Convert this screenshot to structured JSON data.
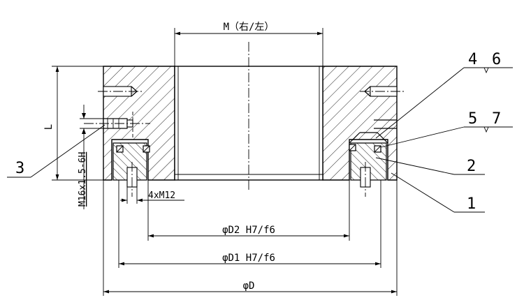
{
  "dimensions": {
    "bore_label": "M（右/左）",
    "height_label": "L",
    "side_thread_label": "M16x1.5-6H",
    "bolt_label": "4xM12",
    "d2_label": "φD2 H7/f6",
    "d1_label": "φD1 H7/f6",
    "d_label": "φD"
  },
  "callouts": {
    "part_1": "1",
    "part_2": "2",
    "part_3": "3",
    "part_4": "4",
    "part_5": "5",
    "part_6": "6",
    "part_7": "7"
  }
}
